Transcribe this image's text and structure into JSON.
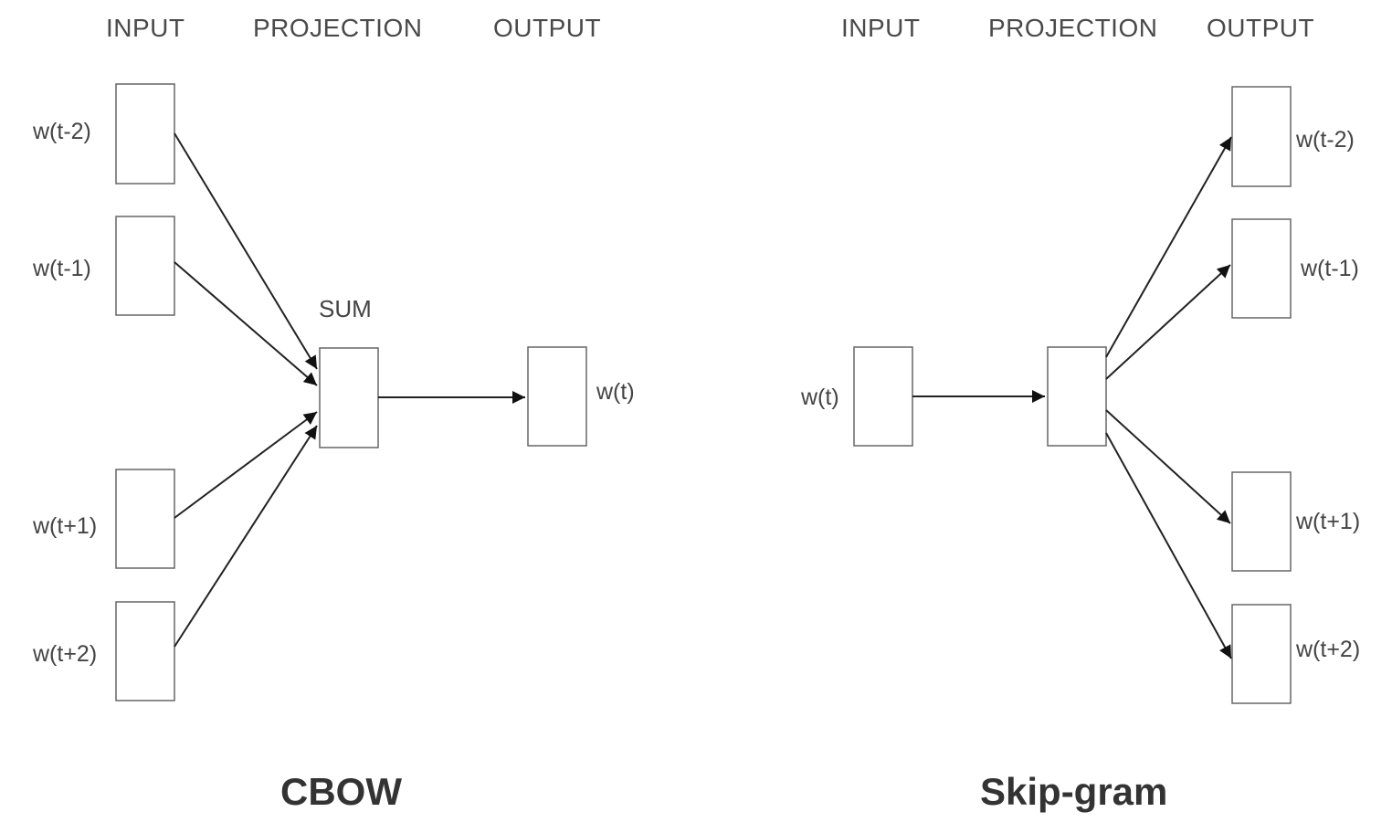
{
  "cbow": {
    "headers": {
      "input": "INPUT",
      "projection": "PROJECTION",
      "output": "OUTPUT"
    },
    "inputs": [
      "w(t-2)",
      "w(t-1)",
      "w(t+1)",
      "w(t+2)"
    ],
    "projection_label": "SUM",
    "output": "w(t)",
    "title": "CBOW"
  },
  "skipgram": {
    "headers": {
      "input": "INPUT",
      "projection": "PROJECTION",
      "output": "OUTPUT"
    },
    "input": "w(t)",
    "outputs": [
      "w(t-2)",
      "w(t-1)",
      "w(t+1)",
      "w(t+2)"
    ],
    "title": "Skip-gram"
  },
  "colors": {
    "stroke": "#555555",
    "arrow": "#111111",
    "text": "#3a3a3a"
  }
}
